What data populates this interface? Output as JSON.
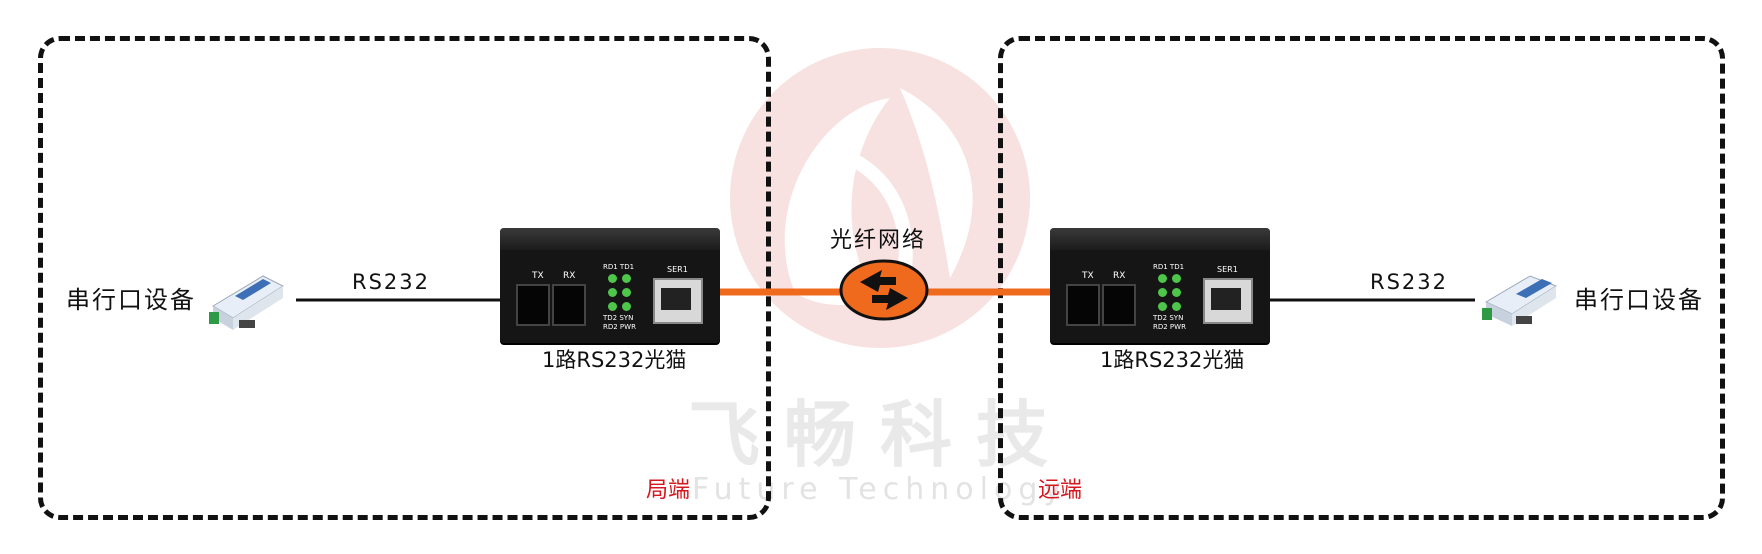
{
  "diagram": {
    "fiber_network_label": "光纤网络",
    "left": {
      "device_label": "串行口设备",
      "link_label": "RS232",
      "modem_label": "1路RS232光猫",
      "end_label": "局端"
    },
    "right": {
      "device_label": "串行口设备",
      "link_label": "RS232",
      "modem_label": "1路RS232光猫",
      "end_label": "远端"
    },
    "modem_ports": {
      "tx": "TX",
      "rx": "RX",
      "ser": "SER1",
      "led_row1": "RD1 TD1",
      "led_row2": "TD2 SYN",
      "led_row3": "RD2 PWR"
    },
    "watermark": {
      "chinese": "飞畅科技",
      "english": "Future Technology"
    },
    "colors": {
      "fiber_line": "#f06a1e",
      "fiber_hub": "#f06a1e",
      "end_label": "#d4181f",
      "box_border": "#111111"
    }
  }
}
